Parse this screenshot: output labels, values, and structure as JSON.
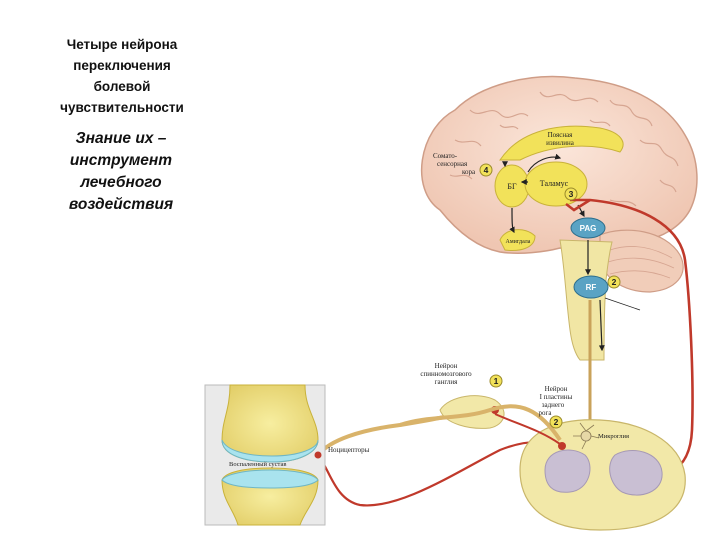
{
  "title_lines": [
    "Четыре нейрона",
    "переключения",
    "болевой",
    "чувствительности"
  ],
  "subtitle_lines": [
    "Знание их –",
    "инструмент",
    "лечебного",
    "воздействия"
  ],
  "labels": {
    "cingulate": [
      "Поясная",
      "извилина"
    ],
    "somatosensory": [
      "Сомато-",
      "сенсорная",
      "кора"
    ],
    "bg": "БГ",
    "thalamus": "Таламус",
    "amygdala": "Амигдала",
    "pag": "PAG",
    "rf": "RF",
    "spinal_ganglion": [
      "Нейрон",
      "спинномозгового",
      "ганглия"
    ],
    "dorsal_horn": [
      "Нейрон",
      "I пластины",
      "заднего",
      "рога"
    ],
    "microglia": "Микроглия",
    "inflamed_joint": "Воспаленный сустав",
    "nociceptors": "Ноцицепторы"
  },
  "numbers": {
    "somatosensory": "4",
    "thalamus": "3",
    "rf": "2",
    "spinal_ganglion": "1",
    "dorsal_horn": "2"
  },
  "colors": {
    "brain": "#f6d8c8",
    "brain_outline": "#d9a48f",
    "yellow": "#f2e25a",
    "nerve": "#d9b36a",
    "pathway_red": "#c0392b",
    "cord_gray": "#c9bfd3",
    "cartilage": "#a9e3ee"
  }
}
